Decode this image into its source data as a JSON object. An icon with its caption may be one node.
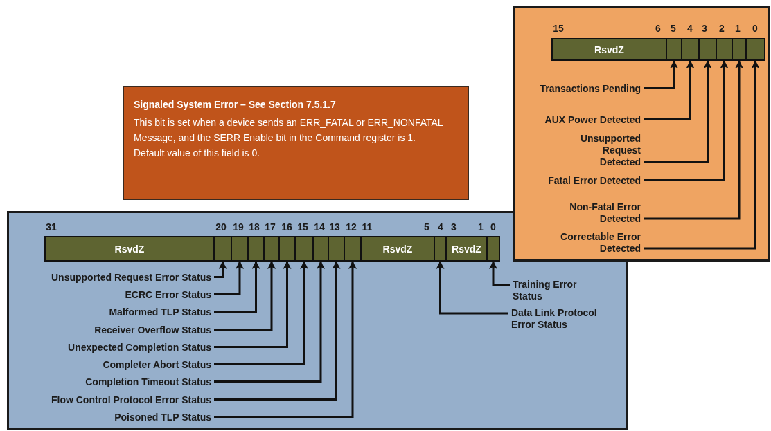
{
  "diagram": {
    "nodes": [
      {
        "text": [],
        "shape": "box"
      },
      {
        "text": [
          "RsvdZ"
        ],
        "in": 0
      },
      {
        "text": [],
        "shape": "box",
        "in": 0
      },
      {
        "text": [],
        "shape": "box",
        "in": 0
      },
      {
        "text": [],
        "shape": "box",
        "in": 0
      },
      {
        "text": [],
        "shape": "box",
        "in": 0
      },
      {
        "text": [],
        "shape": "box",
        "in": 0
      },
      {
        "text": [],
        "shape": "box",
        "in": 0
      },
      {
        "text": [
          "Transactions Pending"
        ],
        "in": 0
      },
      {
        "text": [
          "AUX Power Detected"
        ],
        "in": 0
      },
      {
        "text": [
          "Unsupported Request Detected"
        ],
        "in": 0
      },
      {
        "text": [
          "Fatal Error Detected"
        ],
        "in": 0
      },
      {
        "text": [
          "Non-Fatal Error Detected"
        ],
        "in": 0
      },
      {
        "text": [
          "Correctable Error Detected"
        ],
        "in": 0
      },
      {
        "text": [
          "Signaled System Error – See Section 7.5.1.7",
          "This bit is set when a device sends an ERR_FATAL or ERR_NONFATAL Message, and the SERR Enable bit in the Command register is 1.",
          "Default value of this field is 0."
        ]
      },
      {
        "text": [],
        "shape": "box"
      },
      {
        "text": [
          "RsvdZ"
        ],
        "in": 15
      },
      {
        "text": [],
        "shape": "box",
        "in": 15
      },
      {
        "text": [],
        "shape": "box",
        "in": 15
      },
      {
        "text": [],
        "shape": "box",
        "in": 15
      },
      {
        "text": [],
        "shape": "box",
        "in": 15
      },
      {
        "text": [],
        "shape": "box",
        "in": 15
      },
      {
        "text": [],
        "shape": "box",
        "in": 15
      },
      {
        "text": [],
        "shape": "box",
        "in": 15
      },
      {
        "text": [],
        "shape": "box",
        "in": 15
      },
      {
        "text": [],
        "shape": "box",
        "in": 15
      },
      {
        "text": [
          "RsvdZ"
        ],
        "in": 15
      },
      {
        "text": [],
        "shape": "box",
        "in": 15
      },
      {
        "text": [
          "RsvdZ"
        ],
        "in": 15
      },
      {
        "text": [],
        "shape": "box",
        "in": 15
      },
      {
        "text": [
          "Unsupported Request Error Status"
        ],
        "in": 15
      },
      {
        "text": [
          "ECRC Error Status"
        ],
        "in": 15
      },
      {
        "text": [
          "Malformed TLP Status"
        ],
        "in": 15
      },
      {
        "text": [
          "Receiver Overflow Status"
        ],
        "in": 15
      },
      {
        "text": [
          "Unexpected Completion Status"
        ],
        "in": 15
      },
      {
        "text": [
          "Completer Abort Status"
        ],
        "in": 15
      },
      {
        "text": [
          "Completion Timeout Status"
        ],
        "in": 15
      },
      {
        "text": [
          "Flow Control Protocol Error Status"
        ],
        "in": 15
      },
      {
        "text": [
          "Poisoned TLP Status"
        ],
        "in": 15
      },
      {
        "text": [
          "Training Error Status"
        ],
        "in": 15
      },
      {
        "text": [
          "Data Link Protocol Error Status"
        ],
        "in": 15
      }
    ],
    "edges": [
      {
        "from": 8,
        "to": 2,
        "arrow": "to"
      },
      {
        "from": 9,
        "to": 3,
        "arrow": "to"
      },
      {
        "from": 10,
        "to": 4,
        "arrow": "to"
      },
      {
        "from": 11,
        "to": 5,
        "arrow": "to"
      },
      {
        "from": 12,
        "to": 6,
        "arrow": "to"
      },
      {
        "from": 13,
        "to": 7,
        "arrow": "to"
      },
      {
        "from": 30,
        "to": 17,
        "arrow": "to"
      },
      {
        "from": 31,
        "to": 18,
        "arrow": "to"
      },
      {
        "from": 32,
        "to": 19,
        "arrow": "to"
      },
      {
        "from": 33,
        "to": 20,
        "arrow": "to"
      },
      {
        "from": 34,
        "to": 21,
        "arrow": "to"
      },
      {
        "from": 35,
        "to": 22,
        "arrow": "to"
      },
      {
        "from": 36,
        "to": 23,
        "arrow": "to"
      },
      {
        "from": 37,
        "to": 24,
        "arrow": "to"
      },
      {
        "from": 38,
        "to": 25,
        "arrow": "to"
      },
      {
        "from": 39,
        "to": 29,
        "arrow": "to"
      },
      {
        "from": 40,
        "to": 27,
        "arrow": "to"
      }
    ],
    "labels": [
      "15",
      "6",
      "5",
      "4",
      "3",
      "2",
      "1",
      "0",
      "31",
      "20",
      "19",
      "18",
      "17",
      "16",
      "15",
      "14",
      "13",
      "12",
      "11",
      "5",
      "4",
      "3",
      "1",
      "0"
    ]
  }
}
